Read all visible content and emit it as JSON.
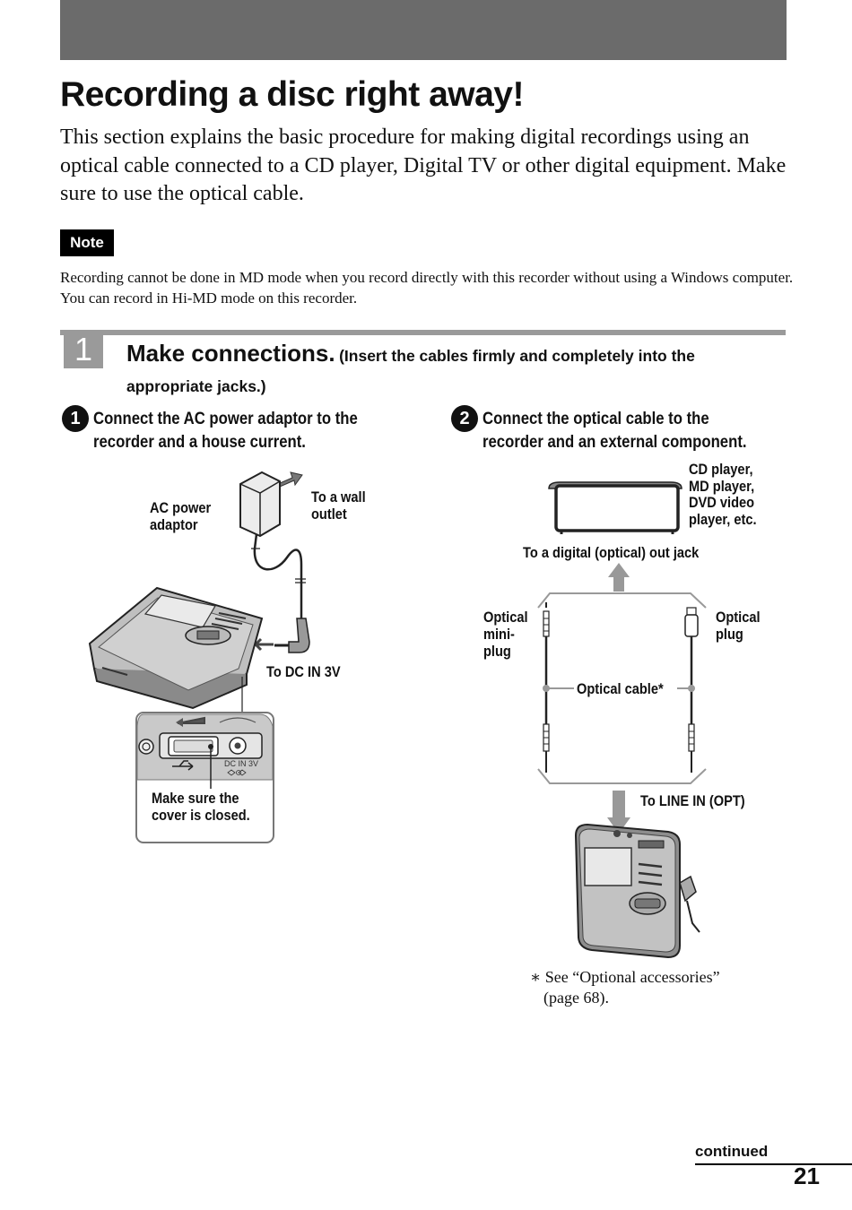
{
  "page_title": "Recording a disc right away!",
  "intro": "This section explains the basic procedure for making digital recordings using an optical cable connected to a CD player, Digital TV or other digital equipment. Make sure to use the optical cable.",
  "note": {
    "label": "Note",
    "text": "Recording cannot be done in MD mode when you record directly with this recorder without using a Windows computer. You can record in Hi-MD mode on this recorder."
  },
  "step": {
    "number": "1",
    "title": "Make connections.",
    "subtitle": "(Insert the cables firmly and completely into the appropriate jacks.)"
  },
  "substep1": {
    "number": "1",
    "line1": "Connect the AC power adaptor to the",
    "line2": "recorder and a house current.",
    "labels": {
      "ac_line1": "AC power",
      "ac_line2": "adaptor",
      "wall_line1": "To a wall",
      "wall_line2": "outlet",
      "dc_in": "To DC IN 3V",
      "cover_line1": "Make sure the",
      "cover_line2": "cover is closed.",
      "jack_text": "DC IN 3V"
    }
  },
  "substep2": {
    "number": "2",
    "line1": "Connect the optical cable to the",
    "line2": "recorder and an external component.",
    "labels": {
      "cd_line1": "CD player,",
      "cd_line2": "MD player,",
      "cd_line3": "DVD video",
      "cd_line4": "player, etc.",
      "digital_out": "To a digital (optical) out jack",
      "mini_line1": "Optical",
      "mini_line2": "mini-",
      "mini_line3": "plug",
      "plug_line1": "Optical",
      "plug_line2": "plug",
      "cable": "Optical cable*",
      "line_in": "To LINE IN (OPT)"
    }
  },
  "footnote": {
    "line1": "∗ See “Optional accessories”",
    "line2": "(page 68)."
  },
  "continued": "continued",
  "page_number": "21"
}
